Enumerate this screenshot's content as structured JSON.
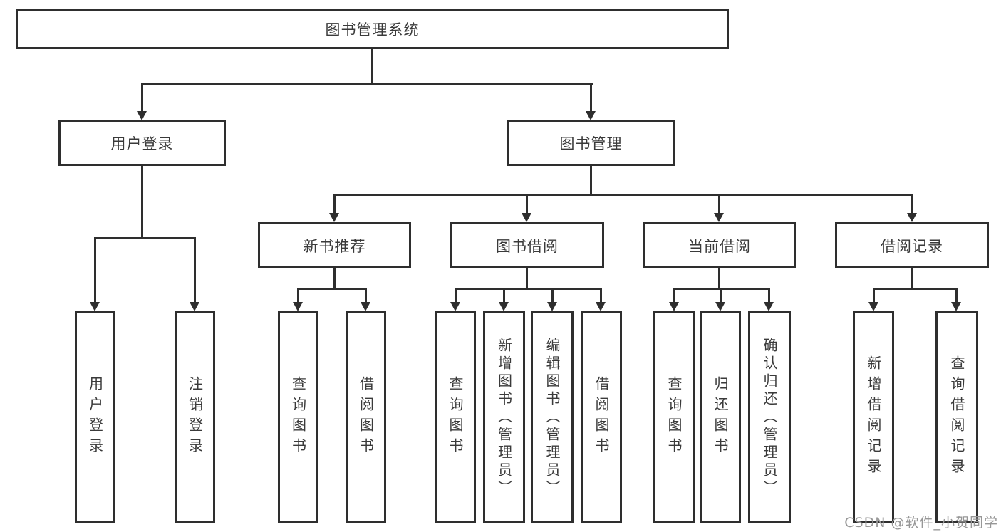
{
  "tree": {
    "root": {
      "label": "图书管理系统"
    },
    "children": [
      {
        "label": "用户登录",
        "children": [
          {
            "label": "用户登录"
          },
          {
            "label": "注销登录"
          }
        ]
      },
      {
        "label": "图书管理",
        "children": [
          {
            "label": "新书推荐",
            "children": [
              {
                "label": "查询图书"
              },
              {
                "label": "借阅图书"
              }
            ]
          },
          {
            "label": "图书借阅",
            "children": [
              {
                "label": "查询图书"
              },
              {
                "label": "新增图书（管理员）"
              },
              {
                "label": "编辑图书（管理员）"
              },
              {
                "label": "借阅图书"
              }
            ]
          },
          {
            "label": "当前借阅",
            "children": [
              {
                "label": "查询图书"
              },
              {
                "label": "归还图书"
              },
              {
                "label": "确认归还（管理员）"
              }
            ]
          },
          {
            "label": "借阅记录",
            "children": [
              {
                "label": "新增借阅记录"
              },
              {
                "label": "查询借阅记录"
              }
            ]
          }
        ]
      }
    ]
  },
  "watermark": {
    "text": "CSDN @软件_小贺同学"
  },
  "colors": {
    "line": "#2e2e2e",
    "text": "#3a3a3a",
    "watermark": "#979797",
    "background": "#ffffff"
  }
}
